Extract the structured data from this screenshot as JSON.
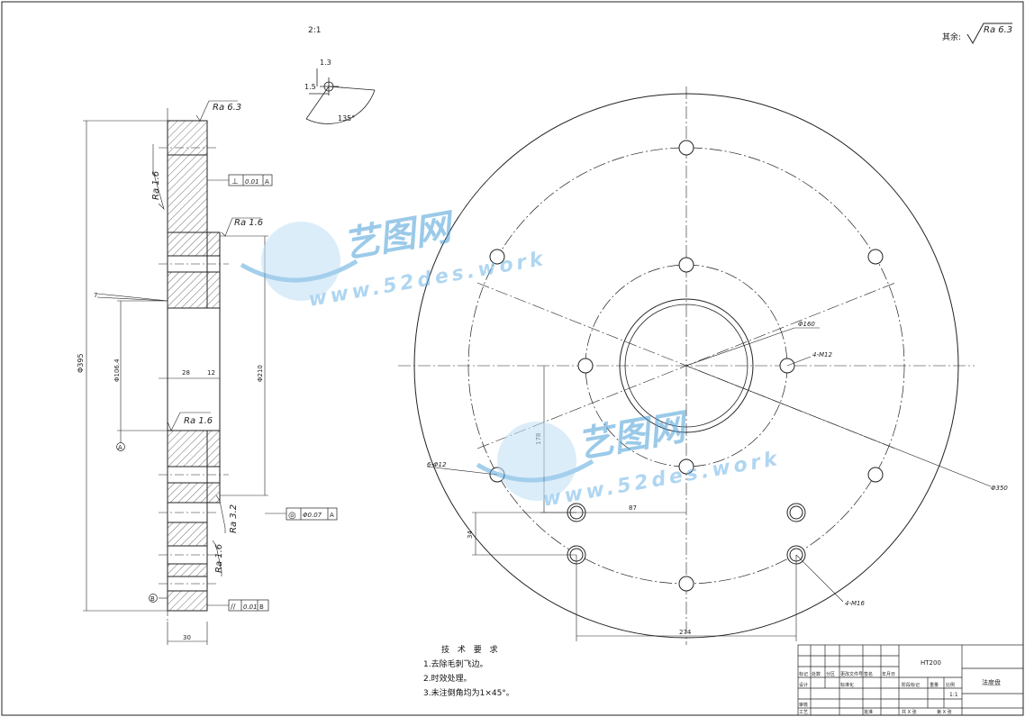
{
  "scale_label": "2:1",
  "surface_note": {
    "prefix": "其余:",
    "value": "Ra 6.3"
  },
  "section_view": {
    "roughness": [
      "Ra 6.3",
      "Ra 1.6",
      "Ra 1.6",
      "Ra 1.6",
      "Ra 3.2",
      "Ra 1.6"
    ],
    "dims": [
      "Φ395",
      "Φ106.4",
      "Φ210",
      "28",
      "12",
      "30",
      "7"
    ],
    "gdt_perp": {
      "symbol": "⊥",
      "value": "0.01",
      "datum": "A"
    },
    "gdt_coax": {
      "symbol": "◎",
      "value": "Φ0.07",
      "datum": "A"
    },
    "gdt_par": {
      "symbol": "//",
      "value": "0.01",
      "datum": "B"
    },
    "datum_a": "A",
    "datum_b": "B"
  },
  "detail_view": {
    "dims": [
      "1.3",
      "1.5",
      "135°"
    ]
  },
  "plan_view": {
    "dims": [
      "Φ160",
      "4-M12",
      "Φ350",
      "6-Φ12",
      "178",
      "87",
      "34",
      "4-M16",
      "274"
    ]
  },
  "watermark": {
    "brand": "艺图网",
    "url": "www.52des.work"
  },
  "tech_req": {
    "heading": "技 术 要 求",
    "items": [
      "1.去除毛刺飞边。",
      "2.时效处理。",
      "3.未注倒角均为1×45°。"
    ]
  },
  "title_block": {
    "material": "HT200",
    "part_name": "法度盘",
    "labels": [
      "标记",
      "处数",
      "分区",
      "更改文件号",
      "签名",
      "年月日",
      "设计",
      "标准化",
      "阶段标记",
      "重量",
      "比例",
      "审核",
      "工艺",
      "批准",
      "共 X 张",
      "第 X 张"
    ],
    "ratio": "1:1"
  }
}
